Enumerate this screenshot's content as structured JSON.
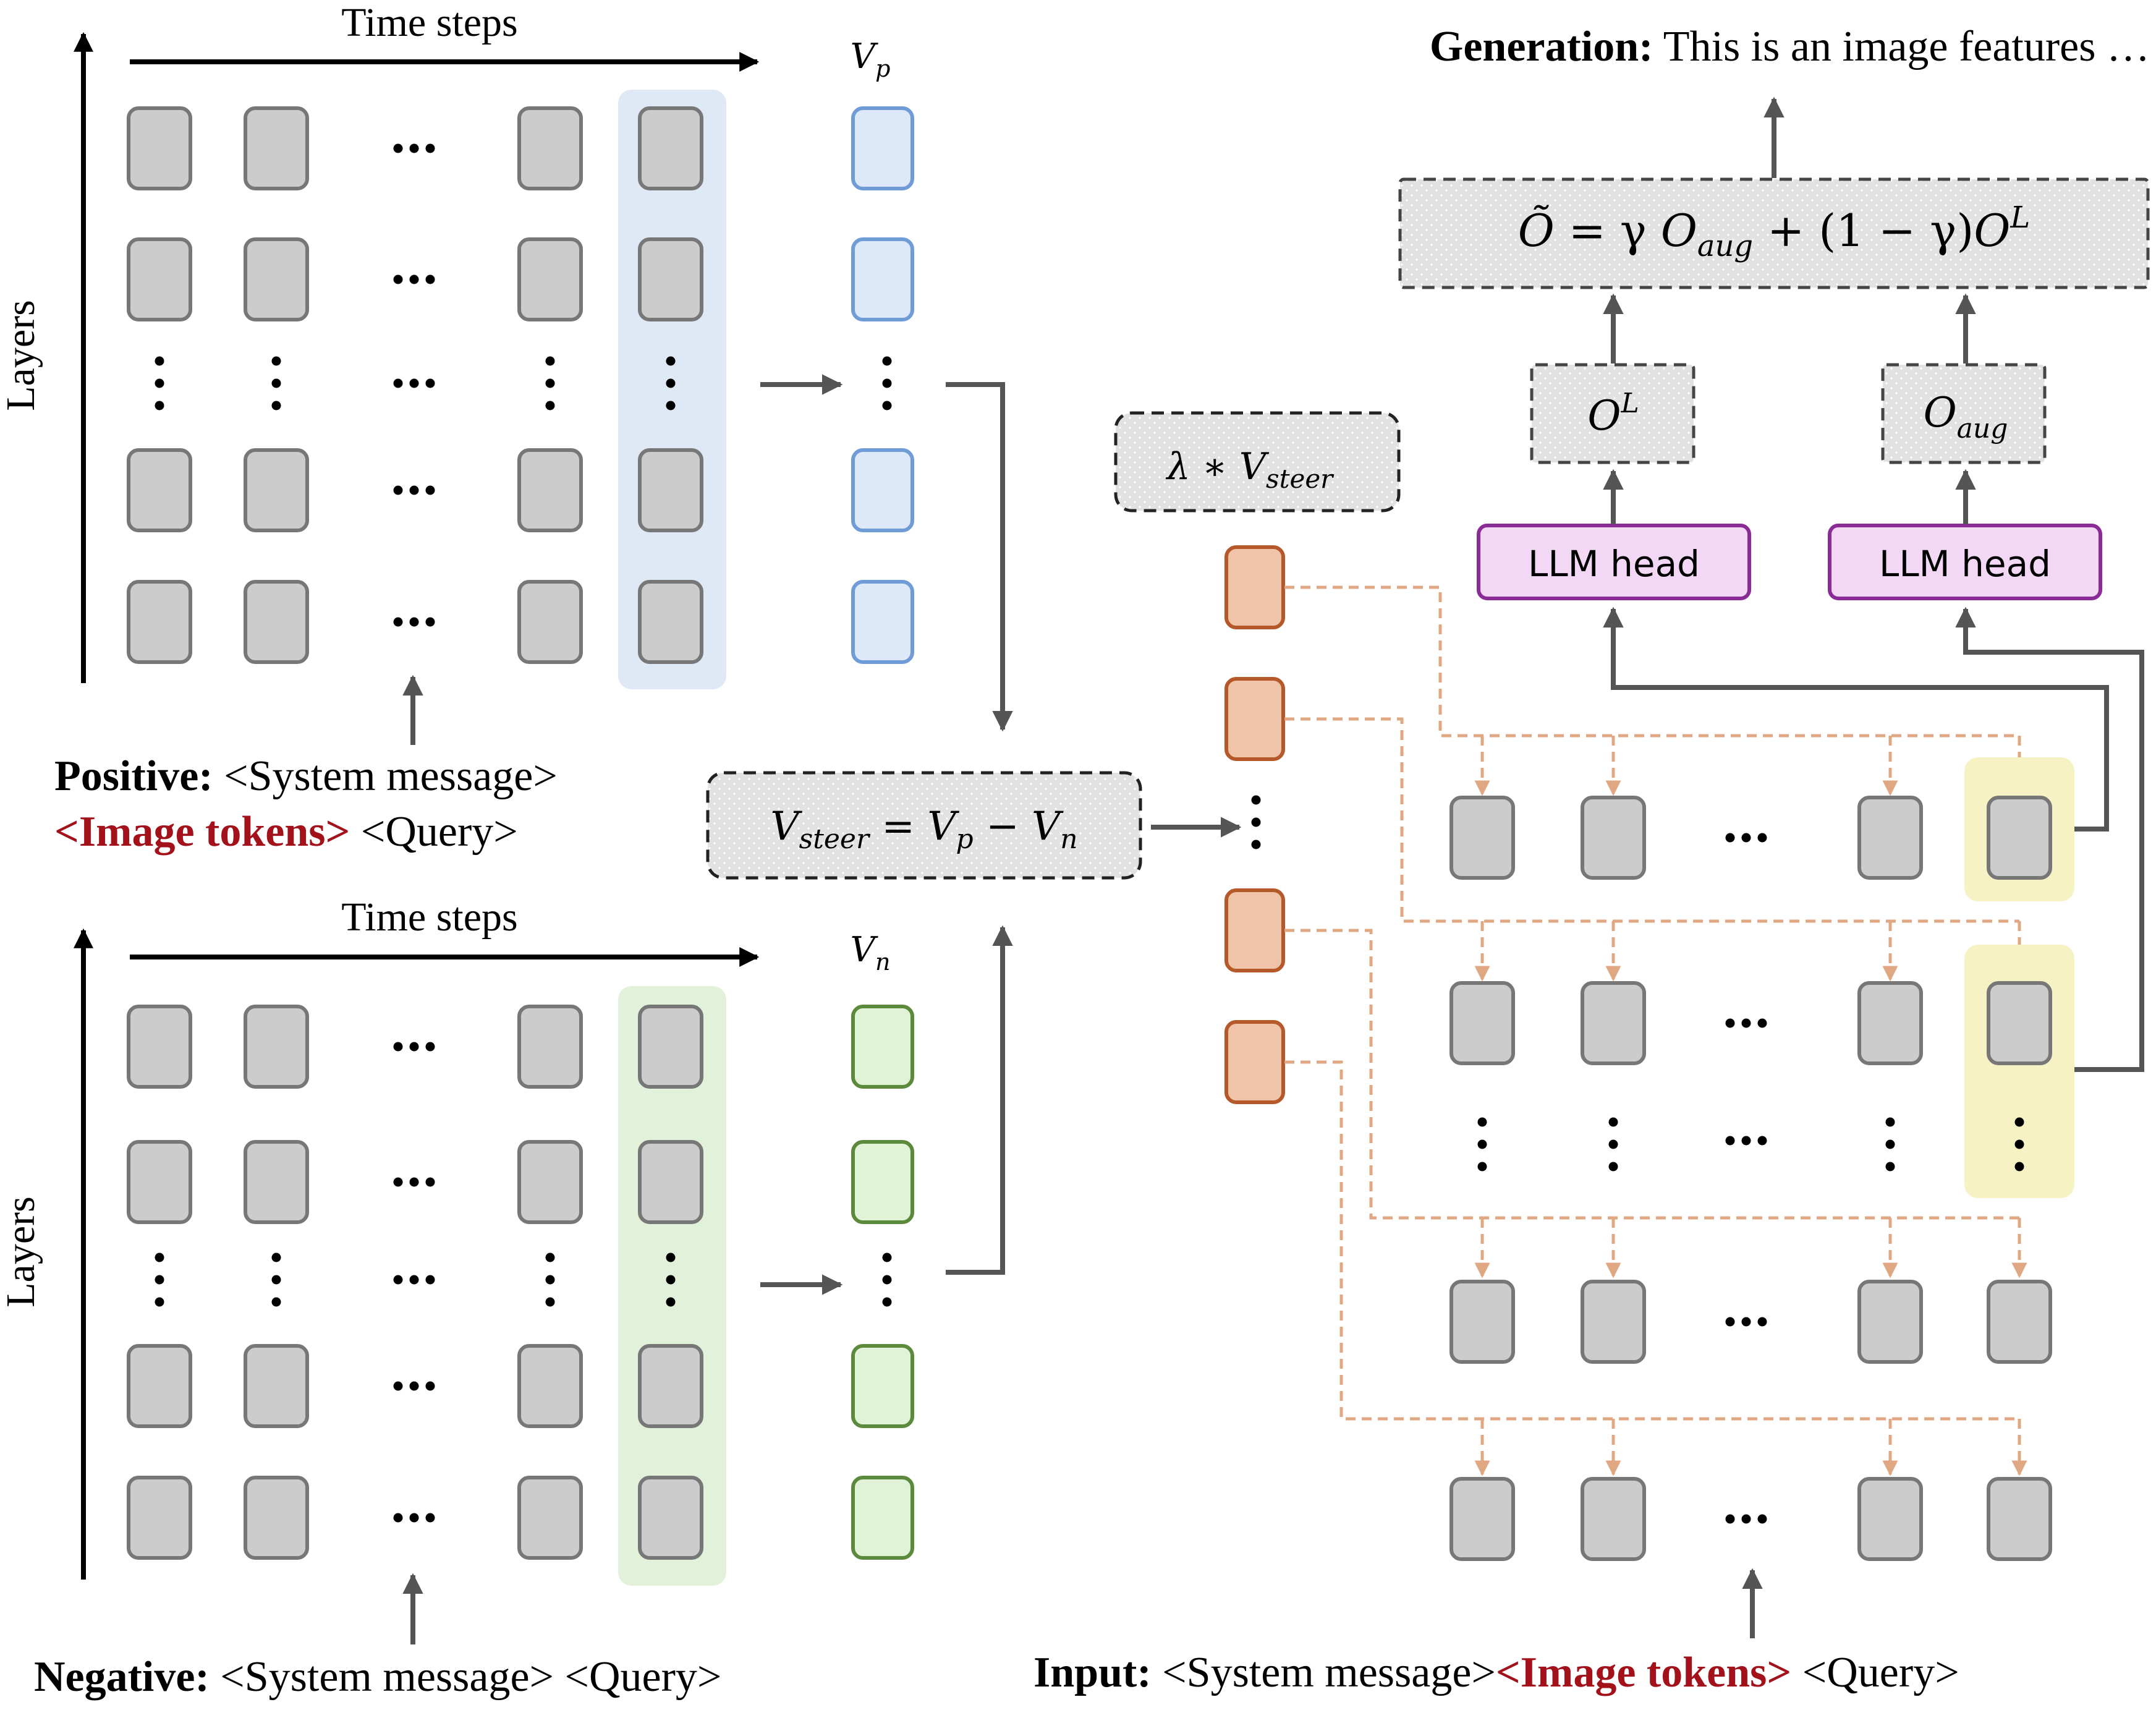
{
  "positive_panel": {
    "x_axis_label": "Time steps",
    "y_axis_label": "Layers",
    "vector_label": "V",
    "vector_sub": "p",
    "prompt_bold": "Positive:",
    "prompt_line1": " <System message>",
    "prompt_red": "<Image tokens>",
    "prompt_line2": " <Query>",
    "highlight_color": "#dfe8f5",
    "vector_fill": "#dde8f8",
    "vector_stroke": "#6f9bd6"
  },
  "negative_panel": {
    "x_axis_label": "Time steps",
    "y_axis_label": "Layers",
    "vector_label": "V",
    "vector_sub": "n",
    "prompt_bold": "Negative:",
    "prompt_line1": " <System message> <Query>",
    "highlight_color": "#e2f1d9",
    "vector_fill": "#e1f3d6",
    "vector_stroke": "#5b8a3d"
  },
  "steer_formula": {
    "lhs": "V",
    "lhs_sub": "steer",
    "eq": " = ",
    "a": "V",
    "a_sub": "p",
    "minus": " − ",
    "b": "V",
    "b_sub": "n"
  },
  "lambda_box": {
    "prefix": "λ ∗ ",
    "v": "V",
    "v_sub": "steer"
  },
  "output_formula": {
    "lhs": "Õ",
    "eq": " =  γ ",
    "o": "O",
    "o_sub": "aug",
    "plus": " + (1 − γ)",
    "o2": "O",
    "o2_sup": "L"
  },
  "ol_box": {
    "o": "O",
    "sup": "L"
  },
  "oaug_box": {
    "o": "O",
    "sub": "aug"
  },
  "llm_head_left": "LLM head",
  "llm_head_right": "LLM head",
  "generation": {
    "bold": "Generation:",
    "text": " This is an image features …"
  },
  "input_prompt": {
    "bold": "Input:",
    "text1": " <System message>",
    "red": "<Image tokens>",
    "text2": " <Query>"
  },
  "colors": {
    "token_fill": "#cccccc",
    "token_stroke": "#777777",
    "steer_fill": "#f0c4a8",
    "steer_stroke": "#b5582a",
    "dashed_orange": "#e0a882",
    "llm_fill": "#f2d8f5",
    "llm_stroke": "#8a2c96",
    "right_highlight": "#f7f2c4",
    "red_text": "#a3121b",
    "arrow": "#555555"
  }
}
